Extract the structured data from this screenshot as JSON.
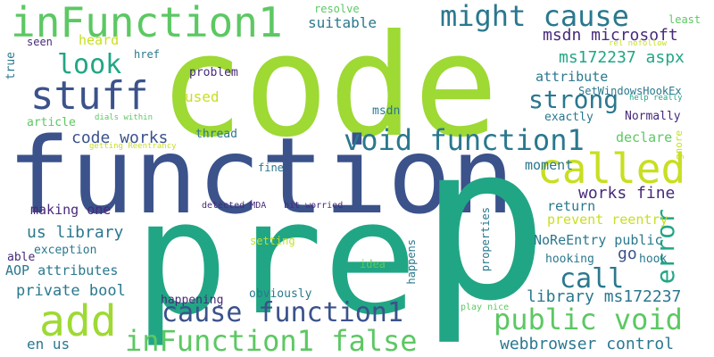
{
  "words": {
    "code": "code",
    "function": "function",
    "pre": "pre",
    "p": "p",
    "infunction1": "inFunction1",
    "infunction1_false": "inFunction1 false",
    "stuff": "stuff",
    "called": "called",
    "add": "add",
    "might_cause": "might cause",
    "void_function1": "void function1",
    "public_void": "public void",
    "cause_function1": "cause function1",
    "call": "call",
    "strong": "strong",
    "look": "look",
    "error": "error",
    "msdn_microsoft": "msdn microsoft",
    "ms172237_aspx": "ms172237 aspx",
    "code_works": "code works",
    "works_fine": "works fine",
    "library_ms172237": "library ms172237",
    "webbrowser_control": "webbrowser control",
    "us_library": "us library",
    "private_bool": "private bool",
    "aop_attributes": "AOP attributes",
    "en_us": "en us",
    "making_one": "making one",
    "exception": "exception",
    "able": "able",
    "true": "true",
    "seen": "seen",
    "heard": "heard",
    "href": "href",
    "problem": "problem",
    "used": "used",
    "article": "article",
    "thread": "thread",
    "resolve": "resolve",
    "suitable": "suitable",
    "msdn": "msdn",
    "moment": "moment",
    "return": "return",
    "declare": "declare",
    "attribute": "attribute",
    "exactly": "exactly",
    "normally": "Normally",
    "setwindowshookex": "SetWindowsHookEx",
    "help_really": "help really",
    "rel_nofollow": "rel nofollow",
    "least": "least",
    "ignore": "ignore",
    "prevent_reentry": "prevent reentry",
    "noreentry_public": "NoReEntry public",
    "go": "go",
    "hooking": "hooking",
    "hook": "hook",
    "properties": "properties",
    "happens": "happens",
    "idea": "idea",
    "setting": "setting",
    "obviously": "obviously",
    "happening": "happening",
    "play_nice": "play nice",
    "fine": "fine",
    "detected_mda": "detected MDA",
    "bit_worried": "bit worried",
    "dials_within": "dials within",
    "getting_reentrancy": "getting Reentrancy"
  },
  "colors": {
    "lime": "#9ed934",
    "green": "#5cc863",
    "teal": "#21a685",
    "cyan": "#2a788e",
    "navy": "#3b528b",
    "purple": "#472a7a",
    "yellow": "#c8df21",
    "pale": "#b5de2b"
  }
}
